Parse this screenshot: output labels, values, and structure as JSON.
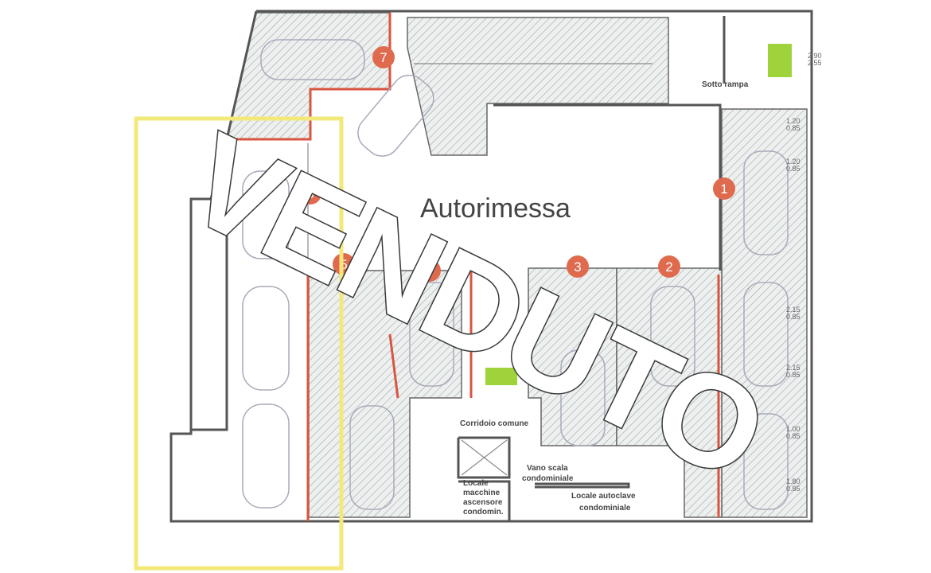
{
  "title": "Autorimessa",
  "watermark": "VENDUTO",
  "room_labels": {
    "sotto_rampa": "Sotto rampa",
    "corridoio": "Corridoio comune",
    "vano_scala_1": "Vano scala",
    "vano_scala_2": "condominiale",
    "autoclave_1": "Locale autoclave",
    "autoclave_2": "condominiale",
    "macchine_1": "Locale",
    "macchine_2": "macchine",
    "macchine_3": "ascensore",
    "macchine_4": "condomin."
  },
  "slots": [
    "1",
    "2",
    "3",
    "4",
    "5",
    "6",
    "7"
  ],
  "dimensions": [
    {
      "top": "2.90",
      "bottom": "2.55"
    },
    {
      "top": "1.20",
      "bottom": "0.85"
    },
    {
      "top": "1.20",
      "bottom": "0.85"
    },
    {
      "top": "2.15",
      "bottom": "0.85"
    },
    {
      "top": "2.15",
      "bottom": "0.85"
    },
    {
      "top": "1.00",
      "bottom": "0.85"
    },
    {
      "top": "1.80",
      "bottom": "0.85"
    }
  ],
  "colors": {
    "slot_marker": "#e06a4e",
    "boundary": "#d9553f",
    "highlight": "#f3e97a",
    "green": "#9ed43a"
  }
}
